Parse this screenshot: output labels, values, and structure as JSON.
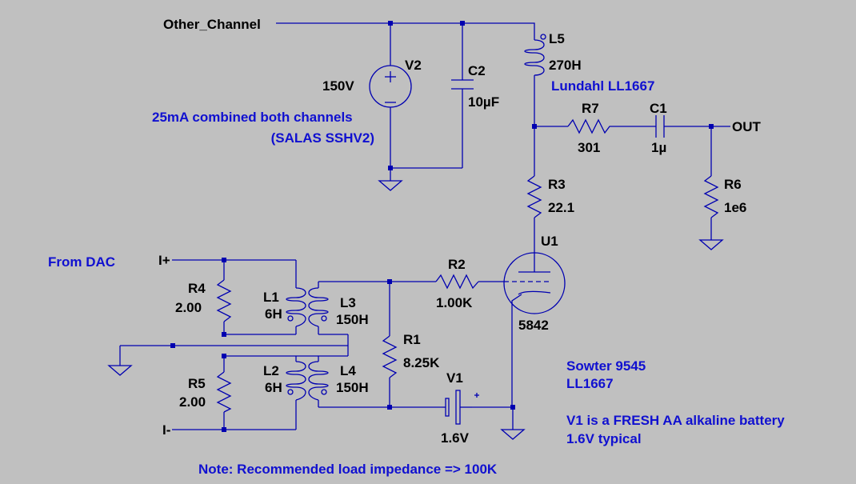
{
  "net_labels": {
    "other_channel": "Other_Channel",
    "out": "OUT",
    "i_plus": "I+",
    "i_minus": "I-"
  },
  "components": {
    "v2": {
      "name": "V2",
      "value": "150V"
    },
    "c2": {
      "name": "C2",
      "value": "10µF"
    },
    "l5": {
      "name": "L5",
      "value": "270H"
    },
    "r7": {
      "name": "R7",
      "value": "301"
    },
    "c1": {
      "name": "C1",
      "value": "1µ"
    },
    "r3": {
      "name": "R3",
      "value": "22.1"
    },
    "r6": {
      "name": "R6",
      "value": "1e6"
    },
    "u1": {
      "name": "U1",
      "value": "5842"
    },
    "r2": {
      "name": "R2",
      "value": "1.00K"
    },
    "r1": {
      "name": "R1",
      "value": "8.25K"
    },
    "v1": {
      "name": "V1",
      "value": "1.6V"
    },
    "r4": {
      "name": "R4",
      "value": "2.00"
    },
    "r5": {
      "name": "R5",
      "value": "2.00"
    },
    "l1": {
      "name": "L1",
      "value": "6H"
    },
    "l2": {
      "name": "L2",
      "value": "6H"
    },
    "l3": {
      "name": "L3",
      "value": "150H"
    },
    "l4": {
      "name": "L4",
      "value": "150H"
    }
  },
  "notes": {
    "combined_current": "25mA combined both channels",
    "supply": "(SALAS SSHV2)",
    "output_transformer": "Lundahl LL1667",
    "from_dac": "From DAC",
    "input_transformer_1": "Sowter 9545",
    "input_transformer_2": "LL1667",
    "battery_1": "V1 is a FRESH AA alkaline battery",
    "battery_2": "1.6V typical",
    "load_note": "Note: Recommended load impedance => 100K"
  },
  "colors": {
    "background": "#c0c0c0",
    "wire": "#0000b0",
    "note_text": "#1010d0",
    "label_text": "#000000"
  }
}
